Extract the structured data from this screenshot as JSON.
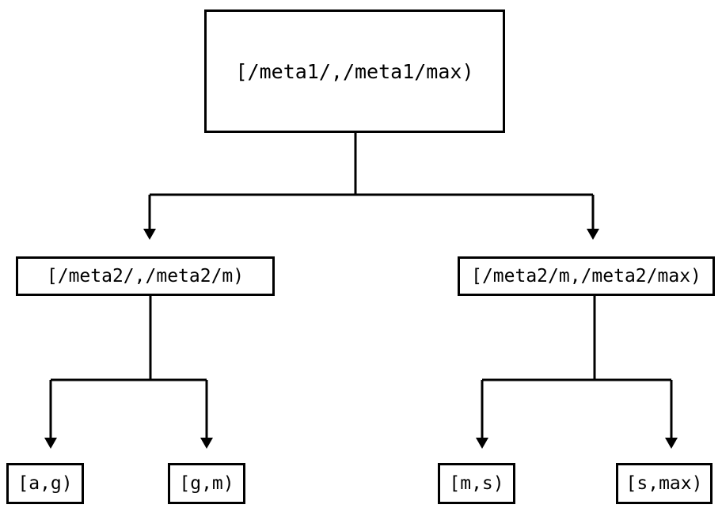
{
  "diagram": {
    "kind": "interval-partition-tree",
    "background_color": "#ffffff",
    "stroke_color": "#000000",
    "nodes": {
      "root": {
        "label": "[/meta1/,/meta1/max)"
      },
      "meta2_low": {
        "label": "[/meta2/,/meta2/m)"
      },
      "meta2_high": {
        "label": "[/meta2/m,/meta2/max)"
      },
      "leaf_ag": {
        "label": "[a,g)"
      },
      "leaf_gm": {
        "label": "[g,m)"
      },
      "leaf_ms": {
        "label": "[m,s)"
      },
      "leaf_smax": {
        "label": "[s,max)"
      }
    },
    "edges": [
      {
        "from": "root",
        "to": "meta2_low",
        "arrow": "down"
      },
      {
        "from": "root",
        "to": "meta2_high",
        "arrow": "down"
      },
      {
        "from": "meta2_low",
        "to": "leaf_ag",
        "arrow": "down"
      },
      {
        "from": "meta2_low",
        "to": "leaf_gm",
        "arrow": "down"
      },
      {
        "from": "meta2_high",
        "to": "leaf_ms",
        "arrow": "down"
      },
      {
        "from": "meta2_high",
        "to": "leaf_smax",
        "arrow": "down"
      }
    ]
  }
}
